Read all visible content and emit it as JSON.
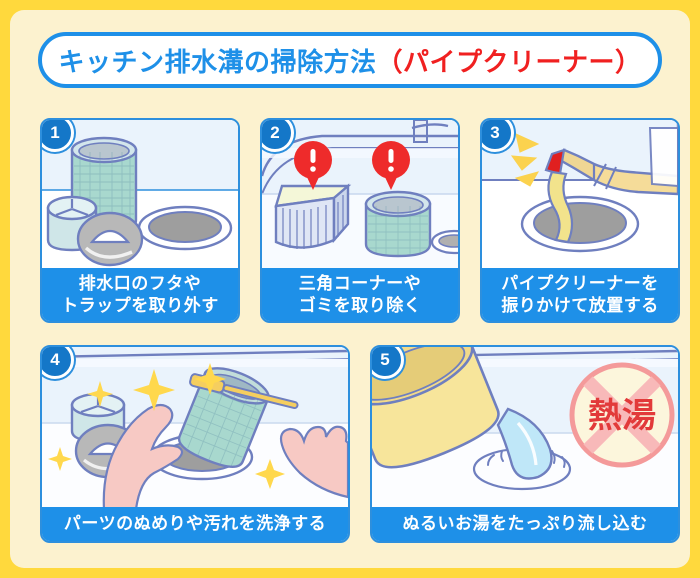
{
  "title": {
    "main": "キッチン排水溝の掃除方法",
    "paren": "（パイプクリーナー）"
  },
  "colors": {
    "outer_border": "#FFD93D",
    "background": "#FCF2CF",
    "accent_blue": "#1E90E8",
    "panel_border": "#2D8FDD",
    "title_red": "#F02020",
    "warning_red": "#EE2B2B",
    "sparkle_yellow": "#FFD84D",
    "cleaner_yellow": "#F2DC8A",
    "water_blue": "#BFE7F8",
    "mesh_green": "#A8D8CE",
    "skin": "#F7C9C4",
    "prohibit_pink": "#F49A9A"
  },
  "steps": [
    {
      "number": "1",
      "caption_lines": [
        "排水口のフタや",
        "トラップを取り外す"
      ],
      "icon": "drain-parts-icon"
    },
    {
      "number": "2",
      "caption_lines": [
        "三角コーナーや",
        "ゴミを取り除く"
      ],
      "icon": "corner-strainer-icon",
      "warnings": [
        "!",
        "!"
      ]
    },
    {
      "number": "3",
      "caption_lines": [
        "パイプクリーナーを",
        "振りかけて放置する"
      ],
      "icon": "pipe-cleaner-bottle-icon"
    },
    {
      "number": "4",
      "caption_lines": [
        "パーツのぬめりや汚れを洗浄する"
      ],
      "icon": "washing-hands-icon"
    },
    {
      "number": "5",
      "caption_lines": [
        "ぬるいお湯をたっぷり流し込む"
      ],
      "icon": "pouring-basin-icon",
      "prohibition_label": "熱湯"
    }
  ]
}
